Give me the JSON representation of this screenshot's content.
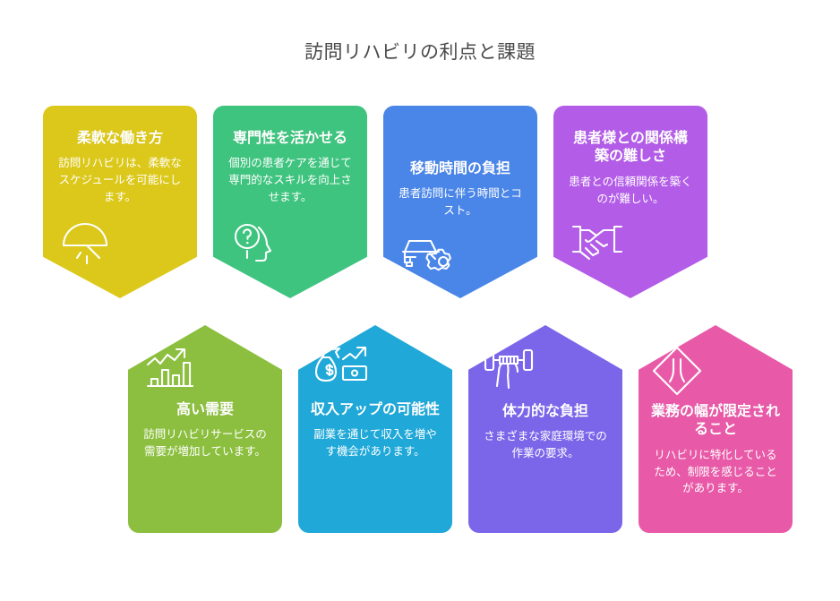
{
  "header": {
    "title": "訪問リハビリの利点と課題"
  },
  "cards": [
    {
      "id": "flexible-work-style",
      "row": "top",
      "title": "柔軟な働き方",
      "body": "訪問リハビリは、柔軟なスケジュールを可能にします。",
      "color": "#dcc81a",
      "icon": "umbrella-dome-icon"
    },
    {
      "id": "leverage-expertise",
      "row": "top",
      "title": "専門性を活かせる",
      "body": "個別の患者ケアを通じて専門的なスキルを向上させます。",
      "color": "#3fc47f",
      "icon": "head-question-icon"
    },
    {
      "id": "travel-time-burden",
      "row": "top",
      "title": "移動時間の負担",
      "body": "患者訪問に伴う時間とコスト。",
      "color": "#4a86e8",
      "icon": "car-gear-icon"
    },
    {
      "id": "patient-relationship-difficulty",
      "row": "top",
      "title": "患者様との関係構築の難しさ",
      "body": "患者との信頼関係を築くのが難しい。",
      "color": "#b35ce8",
      "icon": "handshake-icon"
    },
    {
      "id": "high-demand",
      "row": "bottom",
      "title": "高い需要",
      "body": "訪問リハビリサービスの需要が増加しています。",
      "color": "#8cbf3f",
      "icon": "growth-chart-icon"
    },
    {
      "id": "income-increase-potential",
      "row": "bottom",
      "title": "収入アップの可能性",
      "body": "副業を通じて収入を増やす機会があります。",
      "color": "#1fa8d8",
      "icon": "money-bag-growth-icon"
    },
    {
      "id": "physical-burden",
      "row": "bottom",
      "title": "体力的な負担",
      "body": "さまざまな家庭環境での作業の要求。",
      "color": "#7b66ea",
      "icon": "dumbbell-hand-icon"
    },
    {
      "id": "limited-scope-of-work",
      "row": "bottom",
      "title": "業務の幅が限定されること",
      "body": "リハビリに特化しているため、制限を感じることがあります。",
      "color": "#e85aa8",
      "icon": "narrow-road-diamond-icon"
    }
  ]
}
